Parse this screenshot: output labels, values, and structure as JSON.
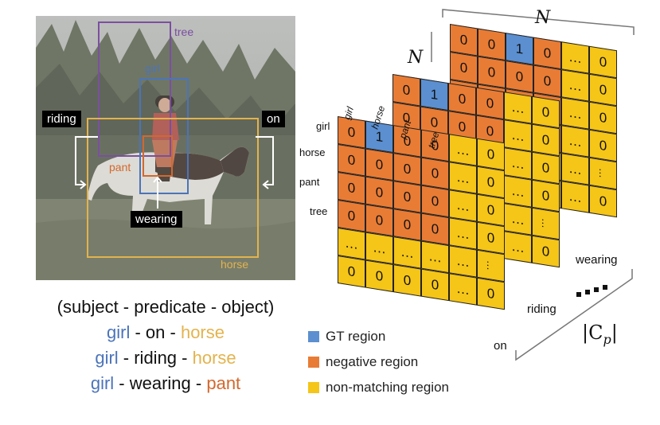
{
  "photo": {
    "boxes": {
      "tree": {
        "label": "tree",
        "color": "#7b4fa0"
      },
      "girl": {
        "label": "girl",
        "color": "#4b74b9"
      },
      "pant": {
        "label": "pant",
        "color": "#d3682d"
      },
      "horse": {
        "label": "horse",
        "color": "#e3b34d"
      }
    },
    "predicates": {
      "riding": "riding",
      "on": "on",
      "wearing": "wearing"
    }
  },
  "triplets": {
    "header": "(subject - predicate - object)",
    "rows": [
      {
        "subject": "girl",
        "predicate": "on",
        "object": "horse"
      },
      {
        "subject": "girl",
        "predicate": "riding",
        "object": "horse"
      },
      {
        "subject": "girl",
        "predicate": "wearing",
        "object": "pant"
      }
    ]
  },
  "legend": [
    {
      "label": "GT region",
      "color": "#5b8fd0"
    },
    {
      "label": "negative region",
      "color": "#e87c35"
    },
    {
      "label": "non-matching region",
      "color": "#f5c518"
    }
  ],
  "matrix": {
    "row_labels": [
      "girl",
      "horse",
      "pant",
      "tree"
    ],
    "col_labels": [
      "girl",
      "horse",
      "pant",
      "tree"
    ],
    "layer_names": {
      "front": "on",
      "middle": "riding",
      "back": "wearing"
    },
    "dim_label_top": "N",
    "dim_label_side": "N",
    "depth_label": "|C",
    "depth_sub": "p",
    "depth_close": "|",
    "ellipsis": "…",
    "dots": "■■■■",
    "front_grid": [
      [
        "0",
        "1",
        "0",
        "0",
        "…",
        "0"
      ],
      [
        "0",
        "0",
        "0",
        "0",
        "…",
        "0"
      ],
      [
        "0",
        "0",
        "0",
        "0",
        "…",
        "0"
      ],
      [
        "0",
        "0",
        "0",
        "0",
        "…",
        "0"
      ],
      [
        "…",
        "…",
        "…",
        "…",
        "…",
        "…"
      ],
      [
        "0",
        "0",
        "0",
        "0",
        "…",
        "0"
      ]
    ]
  }
}
